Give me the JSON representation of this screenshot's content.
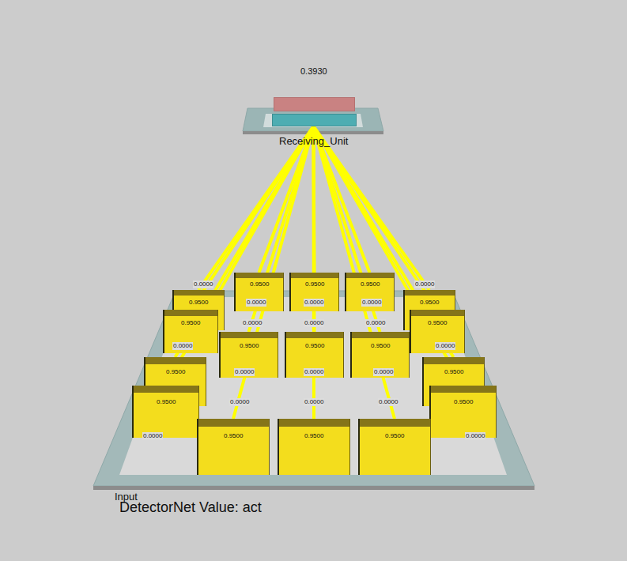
{
  "diagram": {
    "nodes": [
      {
        "text": [
          "Receiving_Unit"
        ]
      },
      {
        "text": [
          "0.3930"
        ],
        "in": 0
      },
      {
        "text": [
          "Input"
        ]
      },
      {
        "text": [
          "0.0000"
        ],
        "in": 2
      },
      {
        "text": [
          "0.9500"
        ],
        "in": 2
      },
      {
        "text": [
          "0.9500"
        ],
        "in": 2
      },
      {
        "text": [
          "0.9500"
        ],
        "in": 2
      },
      {
        "text": [
          "0.0000"
        ],
        "in": 2
      },
      {
        "text": [
          "0.9500"
        ],
        "in": 2
      },
      {
        "text": [
          "0.0000"
        ],
        "in": 2
      },
      {
        "text": [
          "0.0000"
        ],
        "in": 2
      },
      {
        "text": [
          "0.0000"
        ],
        "in": 2
      },
      {
        "text": [
          "0.9500"
        ],
        "in": 2
      },
      {
        "text": [
          "0.9500"
        ],
        "in": 2
      },
      {
        "text": [
          "0.0000"
        ],
        "in": 2
      },
      {
        "text": [
          "0.0000"
        ],
        "in": 2
      },
      {
        "text": [
          "0.0000"
        ],
        "in": 2
      },
      {
        "text": [
          "0.9500"
        ],
        "in": 2
      },
      {
        "text": [
          "0.0000"
        ],
        "in": 2
      },
      {
        "text": [
          "0.9500"
        ],
        "in": 2
      },
      {
        "text": [
          "0.9500"
        ],
        "in": 2
      },
      {
        "text": [
          "0.9500"
        ],
        "in": 2
      },
      {
        "text": [
          "0.0000"
        ],
        "in": 2
      },
      {
        "text": [
          "0.9500"
        ],
        "in": 2
      },
      {
        "text": [
          "0.0000"
        ],
        "in": 2
      },
      {
        "text": [
          "0.0000"
        ],
        "in": 2
      },
      {
        "text": [
          "0.0000"
        ],
        "in": 2
      },
      {
        "text": [
          "0.9500"
        ],
        "in": 2
      },
      {
        "text": [
          "0.9500"
        ],
        "in": 2
      },
      {
        "text": [
          "0.0000"
        ],
        "in": 2
      },
      {
        "text": [
          "0.0000"
        ],
        "in": 2
      },
      {
        "text": [
          "0.0000"
        ],
        "in": 2
      },
      {
        "text": [
          "0.9500"
        ],
        "in": 2
      },
      {
        "text": [
          "0.0000"
        ],
        "in": 2
      },
      {
        "text": [
          "0.9500"
        ],
        "in": 2
      },
      {
        "text": [
          "0.9500"
        ],
        "in": 2
      },
      {
        "text": [
          "0.9500"
        ],
        "in": 2
      },
      {
        "text": [
          "0.0000"
        ],
        "in": 2
      }
    ],
    "edges": [
      {
        "from": 1,
        "to": 4,
        "arrow": "none"
      },
      {
        "from": 1,
        "to": 5,
        "arrow": "none"
      },
      {
        "from": 1,
        "to": 6,
        "arrow": "none"
      },
      {
        "from": 1,
        "to": 8,
        "arrow": "none"
      },
      {
        "from": 1,
        "to": 12,
        "arrow": "none"
      },
      {
        "from": 1,
        "to": 13,
        "arrow": "none"
      },
      {
        "from": 1,
        "to": 17,
        "arrow": "none"
      },
      {
        "from": 1,
        "to": 19,
        "arrow": "none"
      },
      {
        "from": 1,
        "to": 20,
        "arrow": "none"
      },
      {
        "from": 1,
        "to": 21,
        "arrow": "none"
      },
      {
        "from": 1,
        "to": 23,
        "arrow": "none"
      },
      {
        "from": 1,
        "to": 27,
        "arrow": "none"
      },
      {
        "from": 1,
        "to": 28,
        "arrow": "none"
      },
      {
        "from": 1,
        "to": 32,
        "arrow": "none"
      },
      {
        "from": 1,
        "to": 34,
        "arrow": "none"
      },
      {
        "from": 1,
        "to": 35,
        "arrow": "none"
      },
      {
        "from": 1,
        "to": 36,
        "arrow": "none"
      }
    ],
    "labels": [
      "DetectorNet Value: act"
    ]
  }
}
